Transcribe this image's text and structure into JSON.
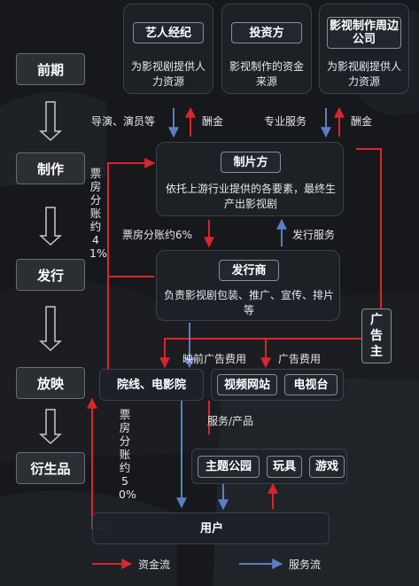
{
  "stages": [
    "前期",
    "制作",
    "发行",
    "放映",
    "衍生品"
  ],
  "top_boxes": [
    {
      "title": "艺人经纪",
      "desc": "为影视剧提供人力资源"
    },
    {
      "title": "投资方",
      "desc": "影视制作的资金来源"
    },
    {
      "title": "影视制作周边公司",
      "desc": "为影视剧提供人力资源"
    }
  ],
  "top_flow_labels": {
    "left_service": "导演、演员等",
    "left_money": "酬金",
    "right_service": "专业服务",
    "right_money": "酬金"
  },
  "producer": {
    "title": "制片方",
    "desc": "依托上游行业提供的各要素，最终生产出影视剧"
  },
  "distributor": {
    "title": "发行商",
    "desc": "负责影视剧包装、推广、宣传、排片等"
  },
  "mid_labels": {
    "box_office_share_6": "票房分账约6%",
    "distribution_service": "发行服务"
  },
  "side_labels": {
    "share_41": "票房分账约41%",
    "share_50": "票房分账约50%"
  },
  "advertiser": "广告主",
  "ad_labels": {
    "pre_screening": "映前广告费用",
    "ad_fee": "广告费用"
  },
  "exhibitors": {
    "cinema": "院线、电影院",
    "video_site": "视频网站",
    "tv": "电视台"
  },
  "service_product": "服务/产品",
  "derivatives": [
    "主题公园",
    "玩具",
    "游戏"
  ],
  "user": "用户",
  "legend": {
    "money": "资金流",
    "service": "服务流"
  },
  "colors": {
    "money": "#d9262c",
    "service": "#5b7fc6",
    "background": "#14161a"
  }
}
